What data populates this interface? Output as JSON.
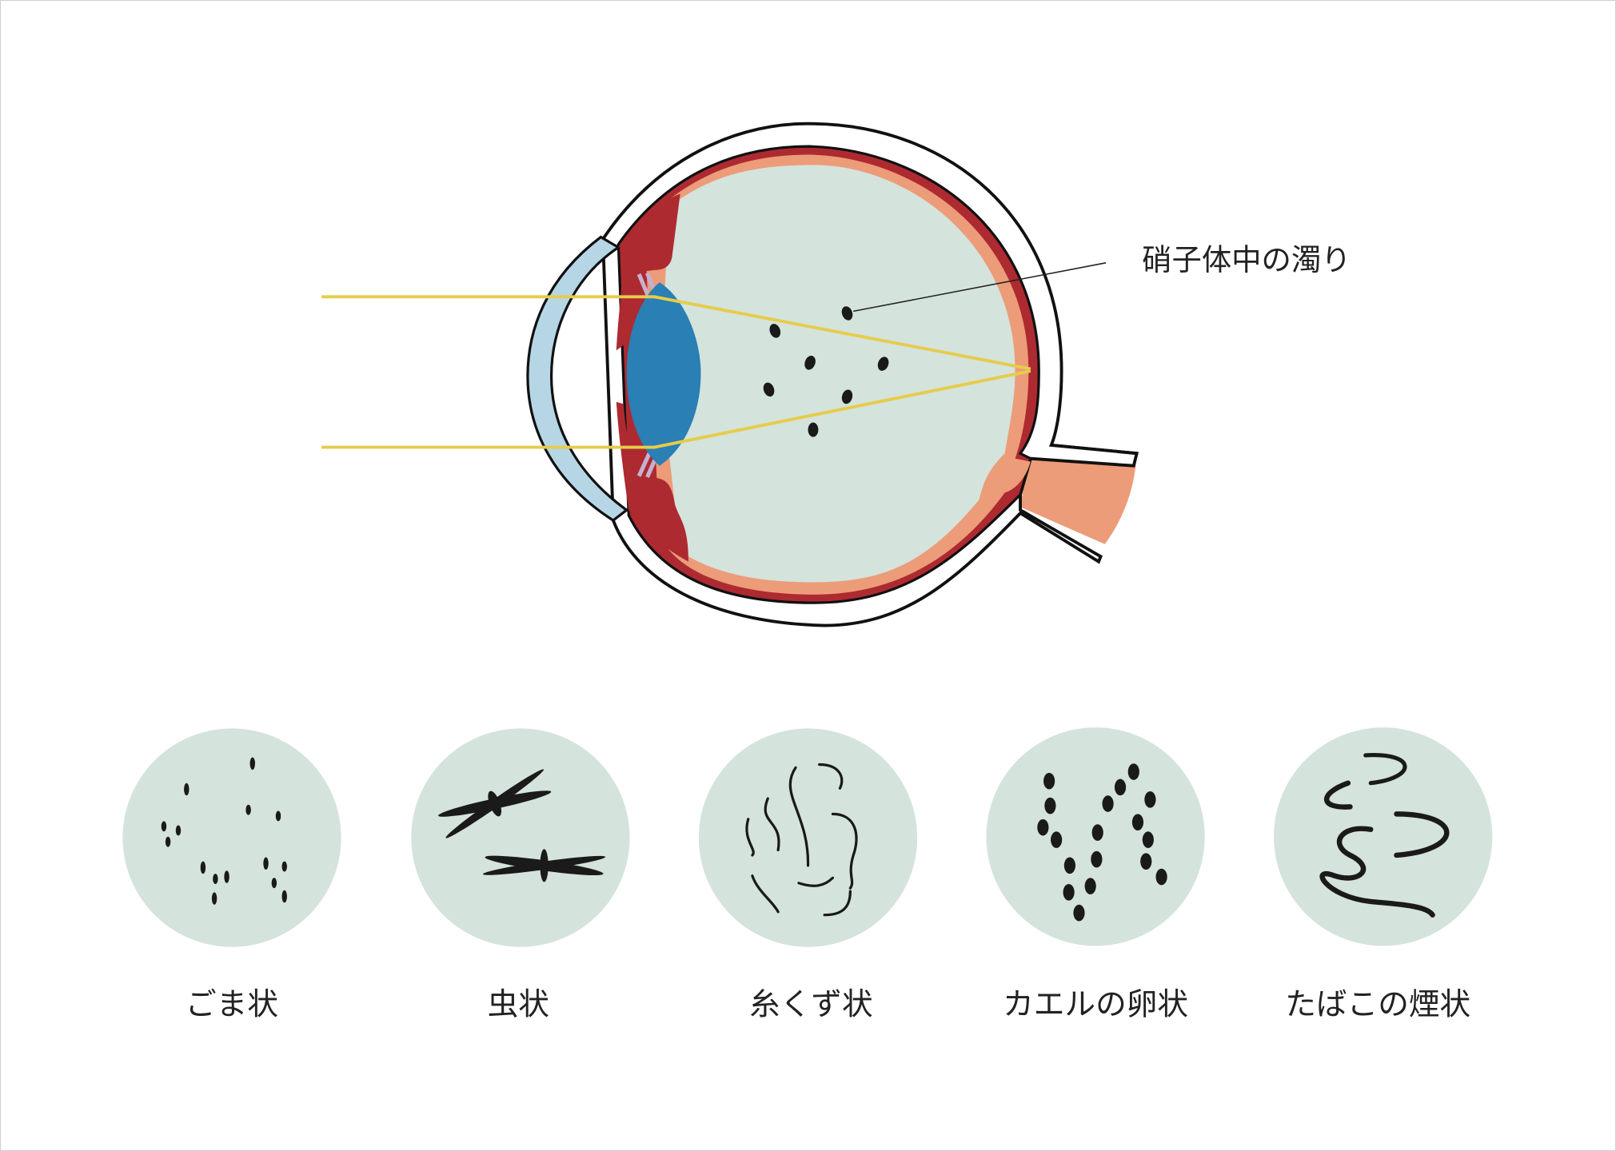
{
  "annotation": {
    "label": "硝子体中の濁り"
  },
  "floater_types": [
    {
      "label": "ごま状"
    },
    {
      "label": "虫状"
    },
    {
      "label": "糸くず状"
    },
    {
      "label": "カエルの卵状"
    },
    {
      "label": "たばこの煙状"
    }
  ],
  "colors": {
    "vitreous": "#d4e3dc",
    "choroid": "#ad2a31",
    "retina": "#ec9c78",
    "lens": "#2a7fb4",
    "cornea": "#b6d6e6",
    "light_ray": "#e6cc4c",
    "floater": "#1a1a1a"
  }
}
